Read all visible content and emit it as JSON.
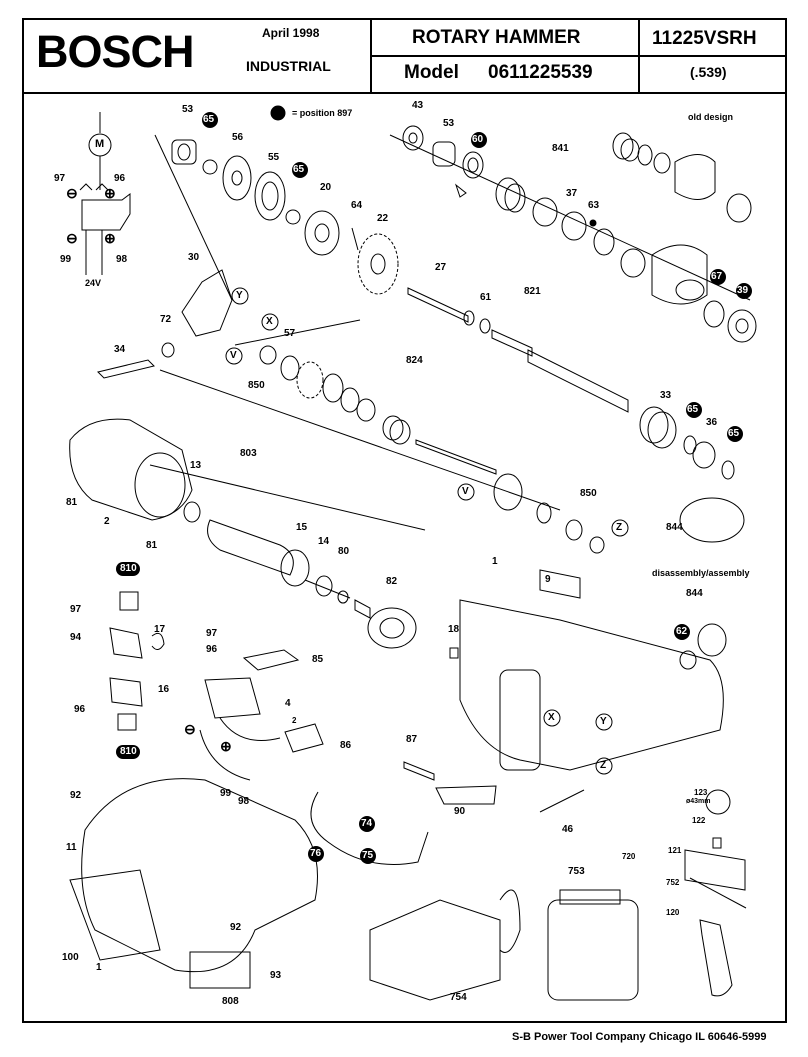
{
  "header": {
    "brand": "BOSCH",
    "date": "April  1998",
    "division": "INDUSTRIAL",
    "tool": "ROTARY HAMMER",
    "model_label": "Model",
    "model_number": "0611225539",
    "sku": "11225VSRH",
    "suffix": "(.539)"
  },
  "legend": {
    "text": "= position 897"
  },
  "notes": {
    "old_design": "old design",
    "disassembly": "disassembly/assembly",
    "voltage": "24V",
    "diameter": "ø43mm"
  },
  "markers": {
    "motor": "M",
    "minus": "⊖",
    "plus": "⊕"
  },
  "parts": {
    "p53a": "53",
    "p65a": "65",
    "p56": "56",
    "p55": "55",
    "p65b": "65",
    "p20": "20",
    "p64": "64",
    "p22": "22",
    "p43": "43",
    "p53b": "53",
    "p60": "60",
    "p841": "841",
    "p37": "37",
    "p63": "63",
    "p67": "67",
    "p39": "39",
    "p27": "27",
    "p61": "61",
    "p821": "821",
    "p30": "30",
    "pY1": "Y",
    "pX1": "X",
    "pV1": "V",
    "p72": "72",
    "p57": "57",
    "p34": "34",
    "p850a": "850",
    "p824": "824",
    "p33": "33",
    "p65c": "65",
    "p36": "36",
    "p65d": "65",
    "p97a": "97",
    "p96a": "96",
    "p99a": "99",
    "p98a": "98",
    "p81a": "81",
    "p2": "2",
    "p81b": "81",
    "p13": "13",
    "p803": "803",
    "p15": "15",
    "p14": "14",
    "p80": "80",
    "p82": "82",
    "pV2": "V",
    "p850b": "850",
    "pZ1": "Z",
    "p844a": "844",
    "p810a": "810",
    "p97b": "97",
    "p94": "94",
    "p17": "17",
    "p16": "16",
    "p96b": "96",
    "p810b": "810",
    "p97c": "97",
    "p96c": "96",
    "p85": "85",
    "p4": "4",
    "p2b": "2",
    "p86": "86",
    "p99b": "99",
    "p98b": "98",
    "p1a": "1",
    "p9": "9",
    "p18": "18",
    "p844b": "844",
    "p62": "62",
    "pX2": "X",
    "pY2": "Y",
    "pZ2": "Z",
    "p87": "87",
    "p90": "90",
    "p46": "46",
    "p74": "74",
    "p76": "76",
    "p75": "75",
    "p92a": "92",
    "p11": "11",
    "p100": "100",
    "p1b": "1",
    "p92b": "92",
    "p93": "93",
    "p808": "808",
    "p753": "753",
    "p754": "754",
    "p123": "123",
    "p122": "122",
    "p720": "720",
    "p121": "121",
    "p752": "752",
    "p120": "120"
  },
  "footer": {
    "text": "S-B Power Tool Company  Chicago IL 60646-5999"
  }
}
